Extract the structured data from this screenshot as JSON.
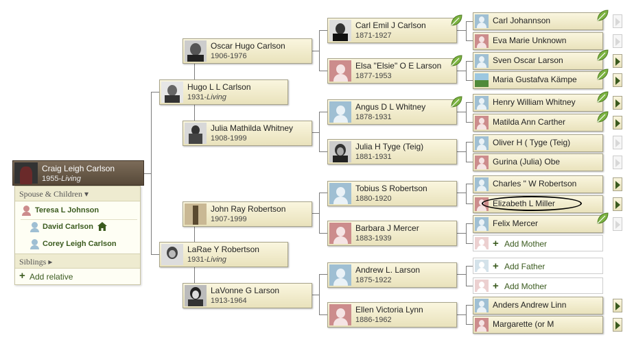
{
  "root": {
    "name": "Craig Leigh Carlson",
    "dates_start": "1955-",
    "dates_living": "Living"
  },
  "panel": {
    "spouse_header": "Spouse & Children ▾",
    "spouse": "Teresa L Johnson",
    "children": [
      "David Carlson",
      "Corey Leigh Carlson"
    ],
    "siblings_header": "Siblings ▸",
    "add_relative": "Add relative"
  },
  "gen1": {
    "father": {
      "name": "Hugo L L Carlson",
      "dates_start": "1931-",
      "dates_living": "Living"
    },
    "mother": {
      "name": "LaRae Y Robertson",
      "dates_start": "1931-",
      "dates_living": "Living"
    }
  },
  "gen2": [
    {
      "name": "Oscar Hugo Carlson",
      "dates": "1906-1976"
    },
    {
      "name": "Julia Mathilda Whitney",
      "dates": "1908-1999"
    },
    {
      "name": "John Ray Robertson",
      "dates": "1907-1999"
    },
    {
      "name": "LaVonne G Larson",
      "dates": "1913-1964"
    }
  ],
  "gen3": [
    {
      "name": "Carl Emil J Carlson",
      "dates": "1871-1927"
    },
    {
      "name": "Elsa \"Elsie\" O E Larson",
      "dates": "1877-1953"
    },
    {
      "name": "Angus D L Whitney",
      "dates": "1878-1931"
    },
    {
      "name": "Julia H Tyge (Teig)",
      "dates": "1881-1931"
    },
    {
      "name": "Tobius S Robertson",
      "dates": "1880-1920"
    },
    {
      "name": "Barbara J Mercer",
      "dates": "1883-1939"
    },
    {
      "name": "Andrew L. Larson",
      "dates": "1875-1922"
    },
    {
      "name": "Ellen Victoria Lynn",
      "dates": "1886-1962"
    }
  ],
  "gen4": [
    {
      "name": "Carl Johannson"
    },
    {
      "name": "Eva Marie Unknown"
    },
    {
      "name": "Sven Oscar Larson"
    },
    {
      "name": "Maria Gustafva Kämpe"
    },
    {
      "name": "Henry William Whitney"
    },
    {
      "name": "Matilda Ann Carther"
    },
    {
      "name": "Oliver H ( Tyge (Teig)"
    },
    {
      "name": "Gurina (Julia) Obe"
    },
    {
      "name": "Charles \" W Robertson"
    },
    {
      "name": "Elizabeth L Miller"
    },
    {
      "name": "Felix Mercer"
    },
    {
      "name": "Add Mother"
    },
    {
      "name": "Add Father"
    },
    {
      "name": "Add Mother"
    },
    {
      "name": "Anders Andrew Linn"
    },
    {
      "name": "Margarette (or M"
    }
  ],
  "colors": {
    "card_light": "#faf6df",
    "card_dark": "#e9e2bc",
    "root_dark": "#564838",
    "male": "#9fbfd3",
    "female": "#cc8c8c",
    "green": "#3a5a1e",
    "leaf": "#7cb342"
  },
  "icons": {
    "leaf": "leaf-hint-icon",
    "expand": "triangle-right-icon",
    "home": "home-icon"
  }
}
